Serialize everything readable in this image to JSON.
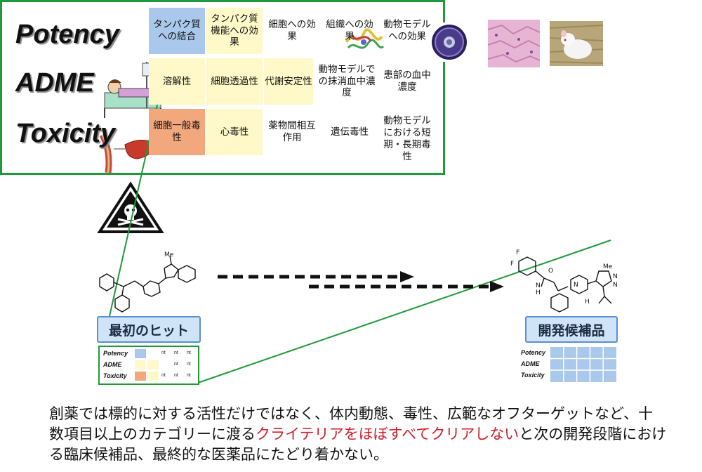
{
  "row_labels": [
    "Potency",
    "ADME",
    "Toxicity"
  ],
  "grid": {
    "potency": [
      "タンパク質への結合",
      "タンパク質機能への効果",
      "細胞への効果",
      "組織への効果",
      "動物モデルへの効果"
    ],
    "adme": [
      "溶解性",
      "細胞透過性",
      "代謝安定性",
      "動物モデルでの抹消血中濃度",
      "患部の血中濃度"
    ],
    "toxicity": [
      "細胞一般毒性",
      "心毒性",
      "薬物間相互作用",
      "遺伝毒性",
      "動物モデルにおける短期・長期毒性"
    ]
  },
  "colors": {
    "border_green": "#1f9a3a",
    "potency_first": "#a9c8eb",
    "light_yellow": "#fff8c8",
    "toxicity_first": "#f2a77d",
    "pill_bg": "#cfe4f7",
    "caption_red": "#d0202a"
  },
  "left_panel": {
    "title": "最初のヒット",
    "mini_labels": [
      "Potency",
      "ADME",
      "Toxicity"
    ],
    "nt": "nt",
    "chem_label": "Me"
  },
  "right_panel": {
    "title": "開発候補品",
    "mini_labels": [
      "Potency",
      "ADME",
      "Toxicity"
    ],
    "chem_labels": [
      "F",
      "F",
      "O",
      "N",
      "H",
      "Me",
      "N",
      "N",
      "N",
      "H"
    ]
  },
  "icons": [
    "protein-structure-icon",
    "cell-icon",
    "tissue-icon",
    "mouse-icon",
    "patient-icon",
    "liver-icon",
    "toxicity-warning-icon"
  ],
  "caption": {
    "part1": "創薬では標的に対する活性だけではなく、体内動態、毒性、広範なオフターゲットなど、十数項目以上のカテゴリーに渡る",
    "part2_red": "クライテリアをほぼすべてクリアしない",
    "part3": "と次の開発段階における臨床候補品、最終的な医薬品にたどり着かない。"
  }
}
